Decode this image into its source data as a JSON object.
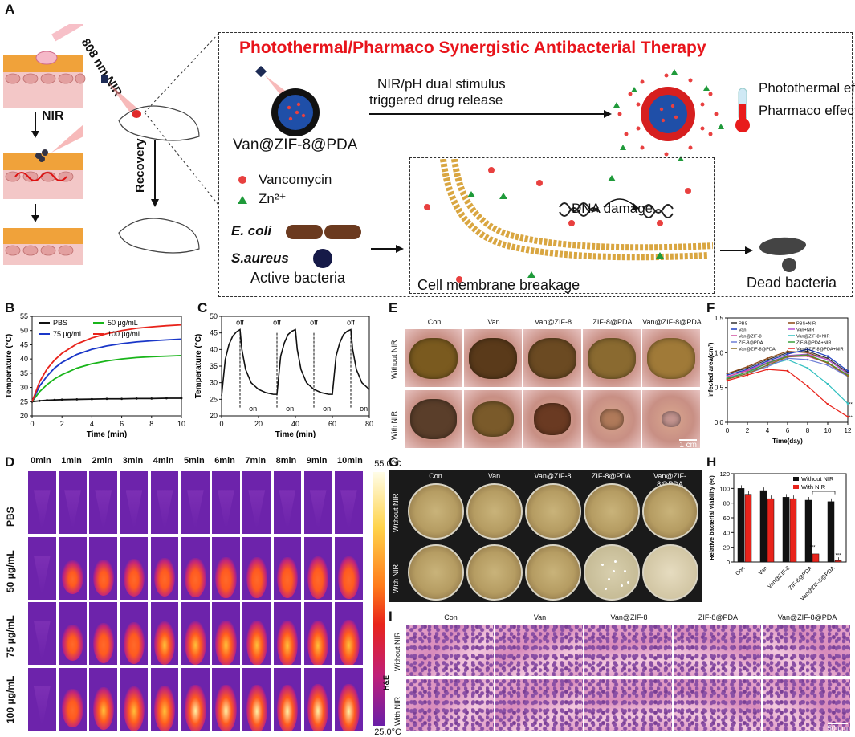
{
  "panels": {
    "A": "A",
    "B": "B",
    "C": "C",
    "D": "D",
    "E": "E",
    "F": "F",
    "G": "G",
    "H": "H",
    "I": "I"
  },
  "panelA": {
    "laser": "808 nm NIR",
    "nir": "NIR",
    "recovery": "Recovery",
    "title": "Photothermal/Pharmaco Synergistic Antibacterial Therapy",
    "stimulus_line1": "NIR/pH  dual stimulus",
    "stimulus_line2": "triggered drug release",
    "nanoparticle": "Van@ZIF-8@PDA",
    "photothermal": "Photothermal effect",
    "pharmaco": "Pharmaco effect",
    "vancomycin": "Vancomycin",
    "zinc": "Zn²⁺",
    "ecoli": "E. coli",
    "saureus": "S.aureus",
    "active": "Active bacteria",
    "dna": "DNA damage",
    "membrane": "Cell membrane breakage",
    "dead": "Dead bacteria",
    "colors": {
      "title": "#e8141b",
      "np_core": "#1f4fa8",
      "np_shell": "#e82626",
      "zn": "#1f9a3a",
      "vanco": "#e8403f"
    }
  },
  "chartB": {
    "type": "line",
    "xlabel": "Time (min)",
    "ylabel": "Temperature (°C)",
    "xlim": [
      0,
      10
    ],
    "ylim": [
      20,
      55
    ],
    "xticks": [
      0,
      2,
      4,
      6,
      8,
      10
    ],
    "yticks": [
      20,
      25,
      30,
      35,
      40,
      45,
      50,
      55
    ],
    "x": [
      0,
      0.5,
      1,
      1.5,
      2,
      3,
      4,
      5,
      6,
      7,
      8,
      9,
      10
    ],
    "series": [
      {
        "name": "PBS",
        "color": "#111111",
        "values": [
          25,
          25.3,
          25.5,
          25.6,
          25.7,
          25.8,
          25.9,
          26,
          26,
          26.1,
          26.1,
          26.2,
          26.2
        ]
      },
      {
        "name": "50 μg/mL",
        "color": "#19b51a",
        "values": [
          25,
          28.5,
          31,
          33,
          34.5,
          36.8,
          38.3,
          39.3,
          40,
          40.5,
          40.8,
          41,
          41.2
        ]
      },
      {
        "name": "75 μg/mL",
        "color": "#1a37c8",
        "values": [
          25,
          30.5,
          34,
          36.8,
          38.8,
          41.6,
          43.4,
          44.6,
          45.4,
          46,
          46.4,
          46.7,
          47
        ]
      },
      {
        "name": "100 μg/mL",
        "color": "#e8231b",
        "values": [
          25,
          32,
          36.5,
          39.6,
          42,
          45.3,
          47.4,
          48.9,
          50,
          50.8,
          51.3,
          51.7,
          52
        ]
      }
    ]
  },
  "chartC": {
    "type": "line",
    "xlabel": "Time (min)",
    "ylabel": "Temperature (°C)",
    "xlim": [
      0,
      80
    ],
    "ylim": [
      20,
      50
    ],
    "xticks": [
      0,
      20,
      40,
      60,
      80
    ],
    "yticks": [
      20,
      25,
      30,
      35,
      40,
      45,
      50
    ],
    "x": [
      0,
      2,
      4,
      6,
      8,
      10,
      11,
      13,
      16,
      20,
      24,
      28,
      30,
      32,
      34,
      36,
      38,
      40,
      41,
      43,
      46,
      50,
      54,
      58,
      60,
      62,
      64,
      66,
      68,
      70,
      71,
      73,
      76,
      80
    ],
    "values": [
      26,
      37,
      41.5,
      44,
      45.3,
      46,
      40,
      34,
      30,
      28,
      27,
      26.5,
      26.5,
      38,
      42,
      44.5,
      45.5,
      46,
      40,
      34,
      30,
      28,
      27,
      26.5,
      26.5,
      38,
      42,
      44.5,
      45.5,
      46,
      40,
      34,
      30,
      28
    ],
    "off_labels": [
      "off",
      "off",
      "off",
      "off"
    ],
    "on_labels": [
      "on",
      "on",
      "on",
      "on"
    ],
    "switch_x": [
      10,
      30,
      50,
      70
    ],
    "on_label_x": [
      19,
      39,
      59,
      79
    ]
  },
  "panelD": {
    "times": [
      "0min",
      "1min",
      "2min",
      "3min",
      "4min",
      "5min",
      "6min",
      "7min",
      "8min",
      "9min",
      "10min"
    ],
    "rows": [
      {
        "label": "PBS",
        "levels": [
          0,
          0,
          0,
          0,
          0,
          0,
          0,
          0,
          0,
          0,
          0
        ]
      },
      {
        "label": "50 μg/mL",
        "levels": [
          0,
          0.35,
          0.45,
          0.5,
          0.55,
          0.58,
          0.62,
          0.64,
          0.66,
          0.68,
          0.7
        ]
      },
      {
        "label": "75 μg/mL",
        "levels": [
          0,
          0.45,
          0.6,
          0.68,
          0.72,
          0.75,
          0.78,
          0.8,
          0.82,
          0.83,
          0.85
        ]
      },
      {
        "label": "100 μg/mL",
        "levels": [
          0,
          0.55,
          0.72,
          0.8,
          0.85,
          0.88,
          0.9,
          0.92,
          0.94,
          0.95,
          0.97
        ]
      }
    ],
    "scale_max": "55.0°C",
    "scale_min": "25.0°C",
    "scale_label": "H&E"
  },
  "panelE": {
    "columns": [
      "Con",
      "Van",
      "Van@ZIF-8",
      "ZIF-8@PDA",
      "Van@ZIF-8@PDA"
    ],
    "rows": [
      "Without NIR",
      "With NIR"
    ],
    "scalebar": "1 cm"
  },
  "chartF": {
    "type": "line",
    "xlabel": "Time(day)",
    "ylabel": "Infected area(cm²)",
    "xticks": [
      0,
      2,
      4,
      6,
      8,
      10,
      12
    ],
    "yticks": [
      0.0,
      0.5,
      1.0,
      1.5
    ],
    "xlim": [
      0,
      12
    ],
    "ylim": [
      0,
      1.5
    ],
    "x": [
      0,
      2,
      4,
      6,
      8,
      10,
      12
    ],
    "series": [
      {
        "name": "PBS",
        "color": "#333333",
        "values": [
          0.7,
          0.78,
          0.9,
          1.0,
          1.02,
          0.92,
          0.72
        ]
      },
      {
        "name": "PBS+NIR",
        "color": "#8b4513",
        "values": [
          0.7,
          0.8,
          0.92,
          1.02,
          1.0,
          0.9,
          0.7
        ]
      },
      {
        "name": "Van",
        "color": "#1f3fbf",
        "values": [
          0.68,
          0.76,
          0.88,
          0.98,
          1.05,
          0.95,
          0.74
        ]
      },
      {
        "name": "Van+NIR",
        "color": "#b44fd6",
        "values": [
          0.65,
          0.75,
          0.86,
          0.96,
          0.98,
          0.9,
          0.7
        ]
      },
      {
        "name": "Van@ZIF-8",
        "color": "#d04fa0",
        "values": [
          0.66,
          0.74,
          0.84,
          0.94,
          0.95,
          0.85,
          0.66
        ]
      },
      {
        "name": "Van@ZIF-8+NIR",
        "color": "#2fbfbf",
        "values": [
          0.64,
          0.72,
          0.82,
          0.9,
          0.78,
          0.55,
          0.27
        ]
      },
      {
        "name": "ZIF-8@PDA",
        "color": "#6f7fd6",
        "values": [
          0.62,
          0.7,
          0.8,
          0.92,
          0.9,
          0.82,
          0.66
        ]
      },
      {
        "name": "ZIF-8@PDA+NIR",
        "color": "#3aa13a",
        "values": [
          0.63,
          0.72,
          0.85,
          0.95,
          0.97,
          0.86,
          0.68
        ]
      },
      {
        "name": "Van@ZIF-8@PDA",
        "color": "#8b6b23",
        "values": [
          0.62,
          0.7,
          0.82,
          0.94,
          0.96,
          0.85,
          0.67
        ]
      },
      {
        "name": "Van@ZIF-8@PDA+NIR",
        "color": "#e8231b",
        "values": [
          0.6,
          0.68,
          0.76,
          0.74,
          0.52,
          0.26,
          0.08
        ]
      }
    ],
    "sig": [
      "***",
      "***"
    ]
  },
  "panelG": {
    "columns": [
      "Con",
      "Van",
      "Van@ZIF-8",
      "ZIF-8@PDA",
      "Van@ZIF-8@PDA"
    ],
    "rows": [
      "Without NIR",
      "With NIR"
    ]
  },
  "chartH": {
    "type": "bar",
    "ylabel": "Relative bacterial viability (%)",
    "categories": [
      "Con",
      "Van",
      "Van@ZIF-8",
      "ZIF-8@PDA",
      "Van@ZIF-8@PDA"
    ],
    "yticks": [
      0,
      20,
      40,
      60,
      80,
      100,
      120
    ],
    "ylim": [
      0,
      120
    ],
    "series": [
      {
        "name": "Without NIR",
        "color": "#111111",
        "values": [
          100,
          97,
          88,
          84,
          82
        ]
      },
      {
        "name": "With NIR",
        "color": "#e8231b",
        "values": [
          92,
          86,
          86,
          11,
          2
        ]
      }
    ],
    "sig_star": "*",
    "sig_bars": [
      "***",
      "***"
    ]
  },
  "panelI": {
    "columns": [
      "Con",
      "Van",
      "Van@ZIF-8",
      "ZIF-8@PDA",
      "Van@ZIF-8@PDA"
    ],
    "rows": [
      "Without NIR",
      "With NIR"
    ],
    "stain": "H&E",
    "scalebar": "50 μm"
  }
}
